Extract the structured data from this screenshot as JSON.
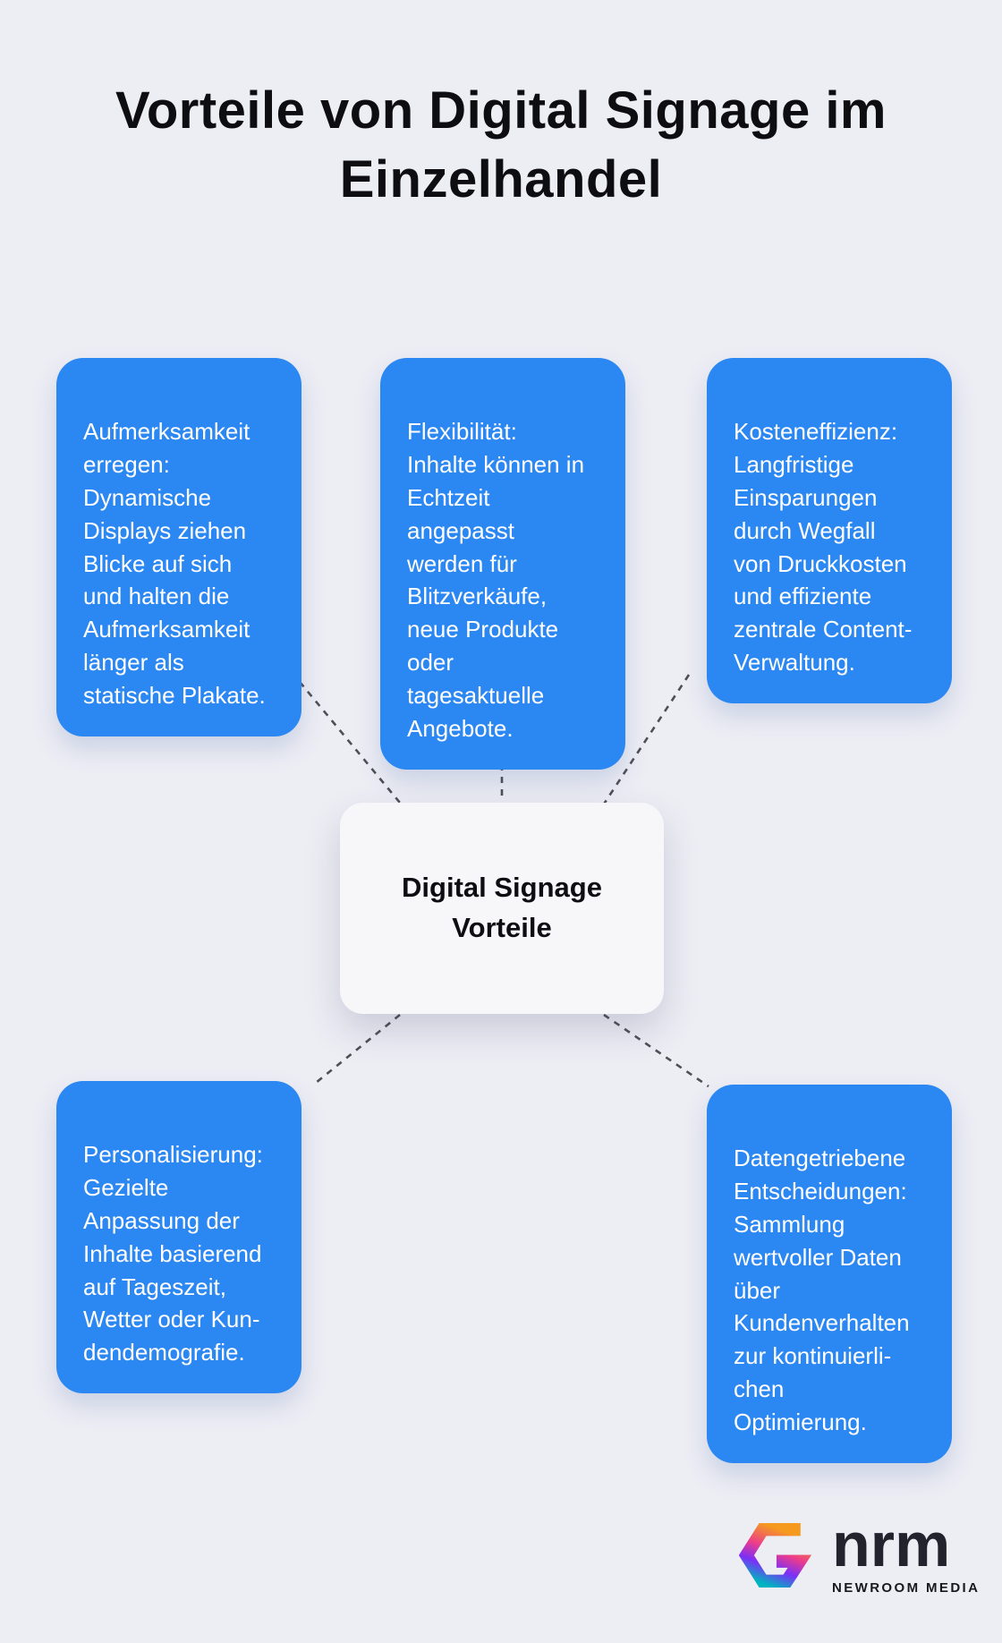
{
  "title": "Vorteile von Digital Signage im\nEinzelhandel",
  "center": {
    "label": "Digital Signage\nVorteile"
  },
  "cards": [
    {
      "id": "attention",
      "text": "Aufmerksamkeit\nerregen:\nDynamische\nDisplays ziehen\nBlicke auf sich\nund halten die\nAufmerksamkeit\nlänger als\nstatische Plakate."
    },
    {
      "id": "flexibility",
      "text": "Flexibilität:\nInhalte können in\nEchtzeit\nangepasst\nwerden für\nBlitzverkäufe,\nneue Produkte\noder\ntagesaktuelle\nAngebote."
    },
    {
      "id": "cost-efficiency",
      "text": "Kosteneffizienz:\nLangfristige\nEinsparungen\ndurch Wegfall\nvon Druckkosten\nund effiziente\nzentrale Content-\nVerwaltung."
    },
    {
      "id": "personalization",
      "text": "Personalisierung:\nGezielte\nAnpassung der\nInhalte basierend\nauf Tageszeit,\nWetter oder Kun-\ndendemografie."
    },
    {
      "id": "data-driven",
      "text": "Datengetriebene\nEntscheidungen:\nSammlung\nwertvoller Daten\nüber\nKundenverhalten\nzur kontinuierli-\nchen\nOptimierung."
    }
  ],
  "logo": {
    "brand": "nrm",
    "subtitle": "NEWROOM MEDIA"
  },
  "colors": {
    "background": "#ededf4",
    "card_blue": "#2b87f1",
    "card_text": "#ffffff",
    "title_text": "#0d0d12",
    "center_box": "#f7f7fa",
    "connector": "#4f4f55",
    "logo_orange": "#f5991f",
    "logo_pink": "#ec3c8c",
    "logo_purple": "#7b2ff7",
    "logo_teal": "#00b3c0"
  }
}
